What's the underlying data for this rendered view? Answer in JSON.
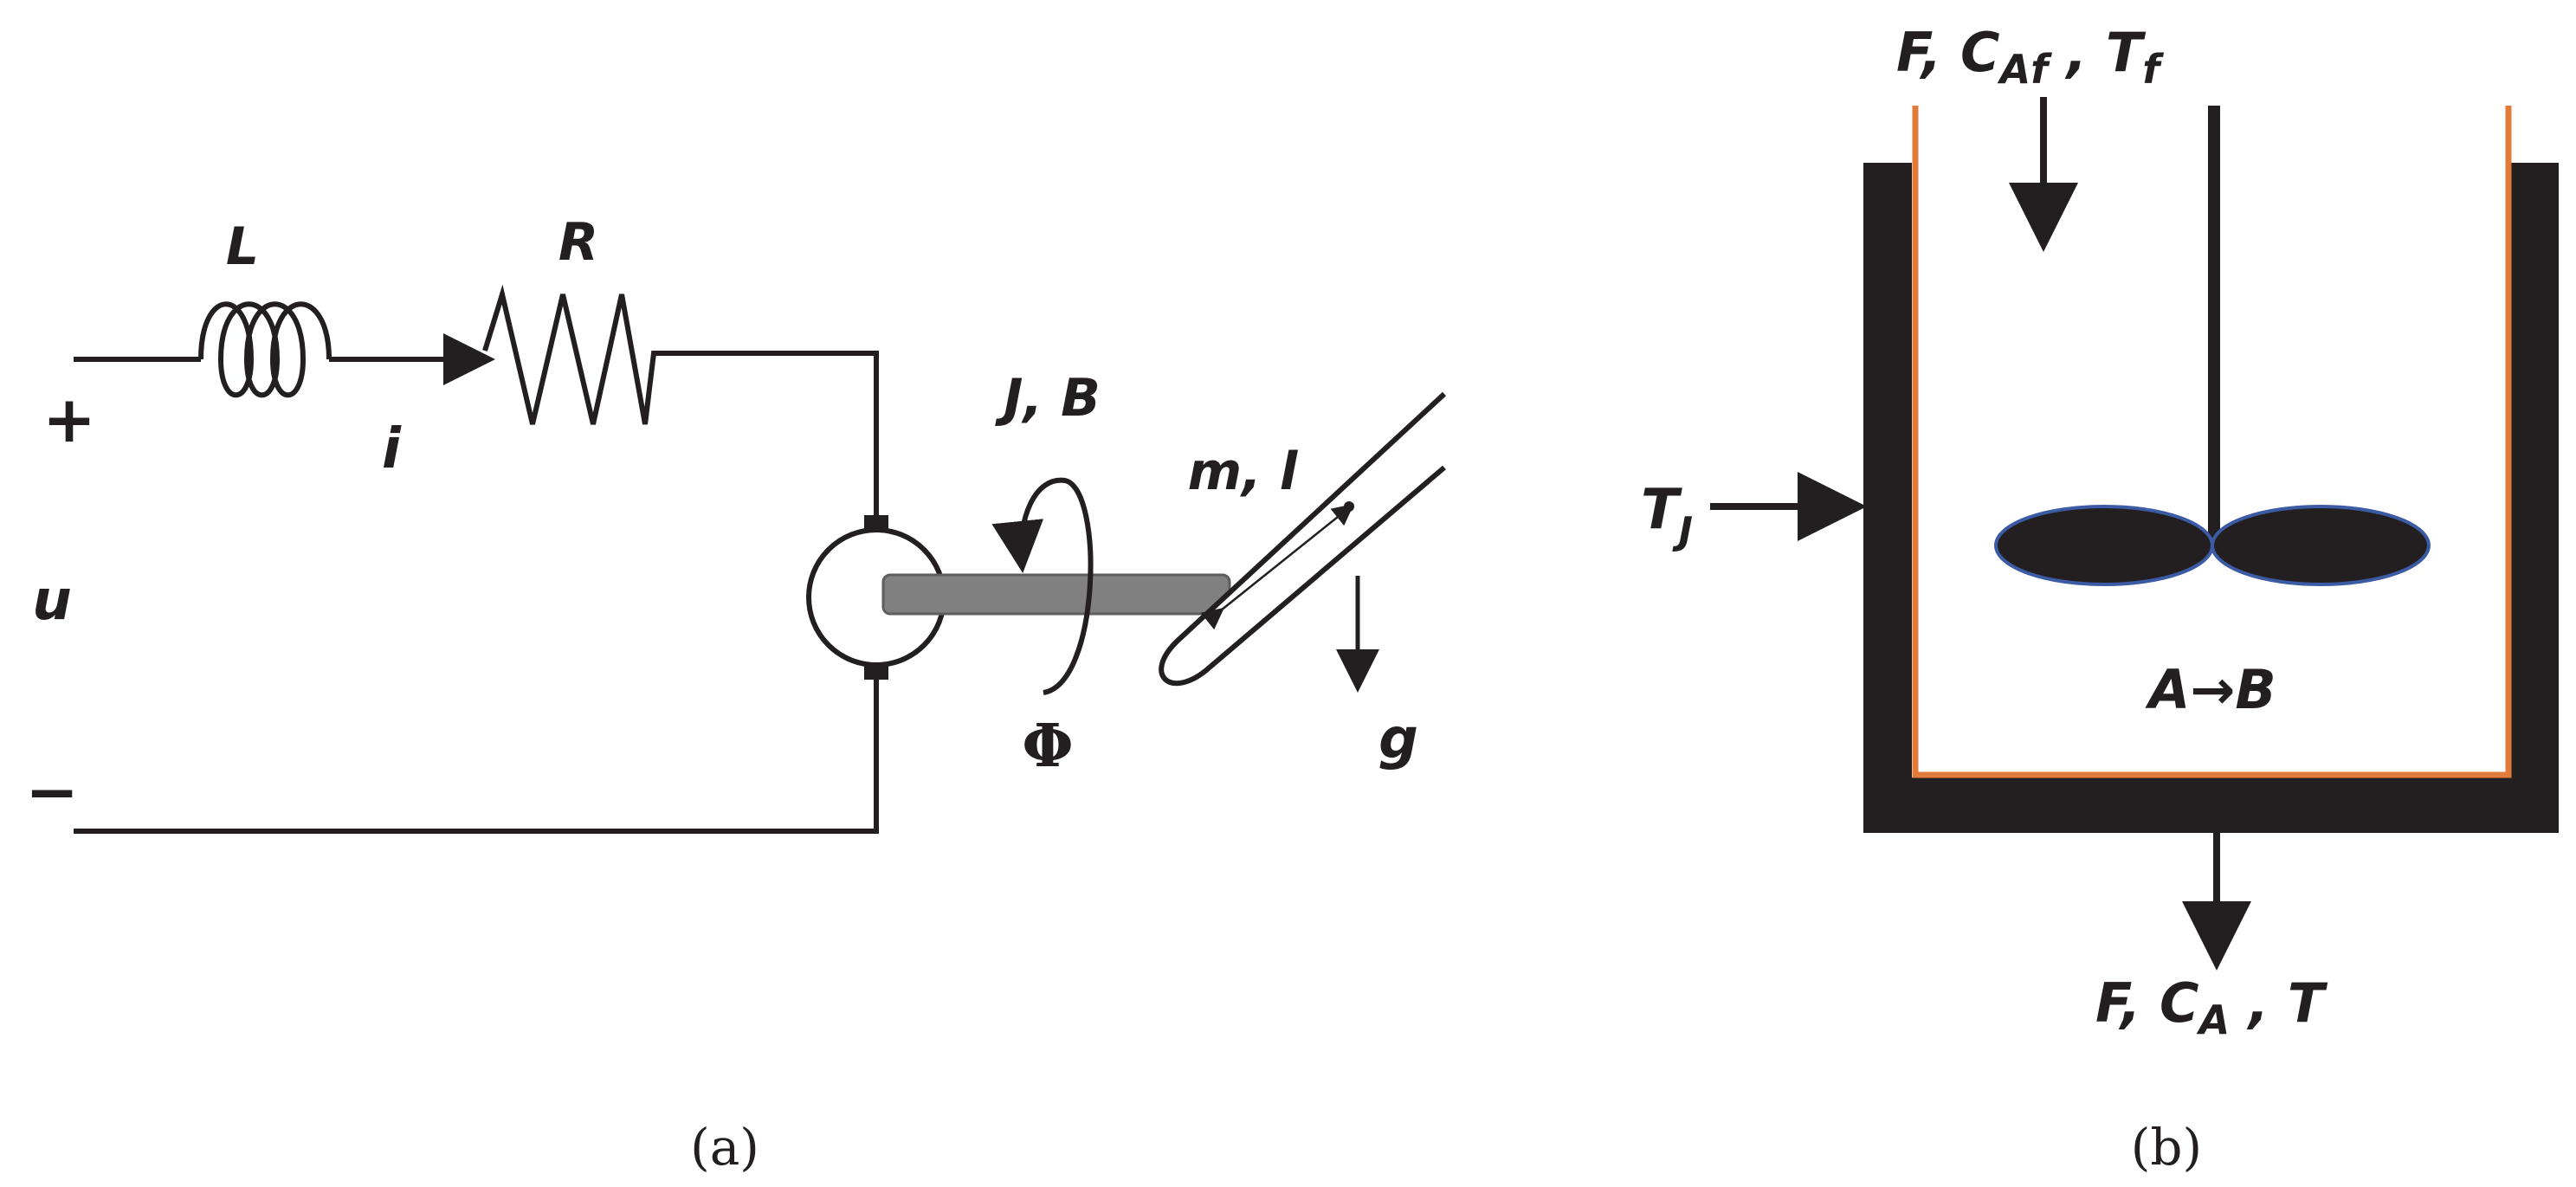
{
  "panel_a": {
    "caption": "(a)",
    "inductor_label": "L",
    "resistor_label": "R",
    "current_label": "i",
    "voltage_label": "u",
    "plus_sign": "+",
    "minus_sign": "−",
    "inertia_label": "J, B",
    "angle_label": "Φ",
    "mass_label": "m, l",
    "gravity_label": "g"
  },
  "panel_b": {
    "caption": "(b)",
    "feed_label": {
      "main": "F, C",
      "sub1": "Af",
      "mid": " , T",
      "sub2": "f"
    },
    "jacket_label": {
      "main": "T",
      "sub": "J"
    },
    "reaction_label": "A→B",
    "outlet_label": {
      "main": "F, C",
      "sub1": "A",
      "mid": " , T"
    }
  },
  "colors": {
    "ink": "#231f20",
    "shaft": "#808080",
    "reactor_wall": "#e07b39",
    "impeller_edge": "#3b5ba5"
  }
}
